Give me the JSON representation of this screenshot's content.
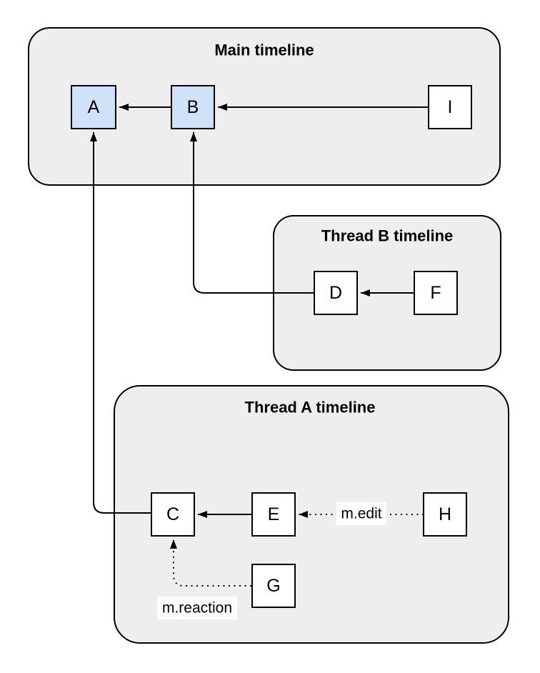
{
  "diagram": {
    "containers": {
      "main": {
        "title": "Main timeline"
      },
      "thread_b": {
        "title": "Thread B timeline"
      },
      "thread_a": {
        "title": "Thread A timeline"
      }
    },
    "nodes": {
      "a": {
        "label": "A"
      },
      "b": {
        "label": "B"
      },
      "i": {
        "label": "I"
      },
      "d": {
        "label": "D"
      },
      "f": {
        "label": "F"
      },
      "c": {
        "label": "C"
      },
      "e": {
        "label": "E"
      },
      "h": {
        "label": "H"
      },
      "g": {
        "label": "G"
      }
    },
    "edges": {
      "edit": {
        "label": "m.edit"
      },
      "reaction": {
        "label": "m.reaction"
      }
    },
    "colors": {
      "container_fill": "#eeeeee",
      "border": "#000000",
      "node_fill": "#ffffff",
      "node_fill_highlighted": "#cfe2f9",
      "line": "#000000",
      "edge_label_background": "#ffffff"
    }
  }
}
